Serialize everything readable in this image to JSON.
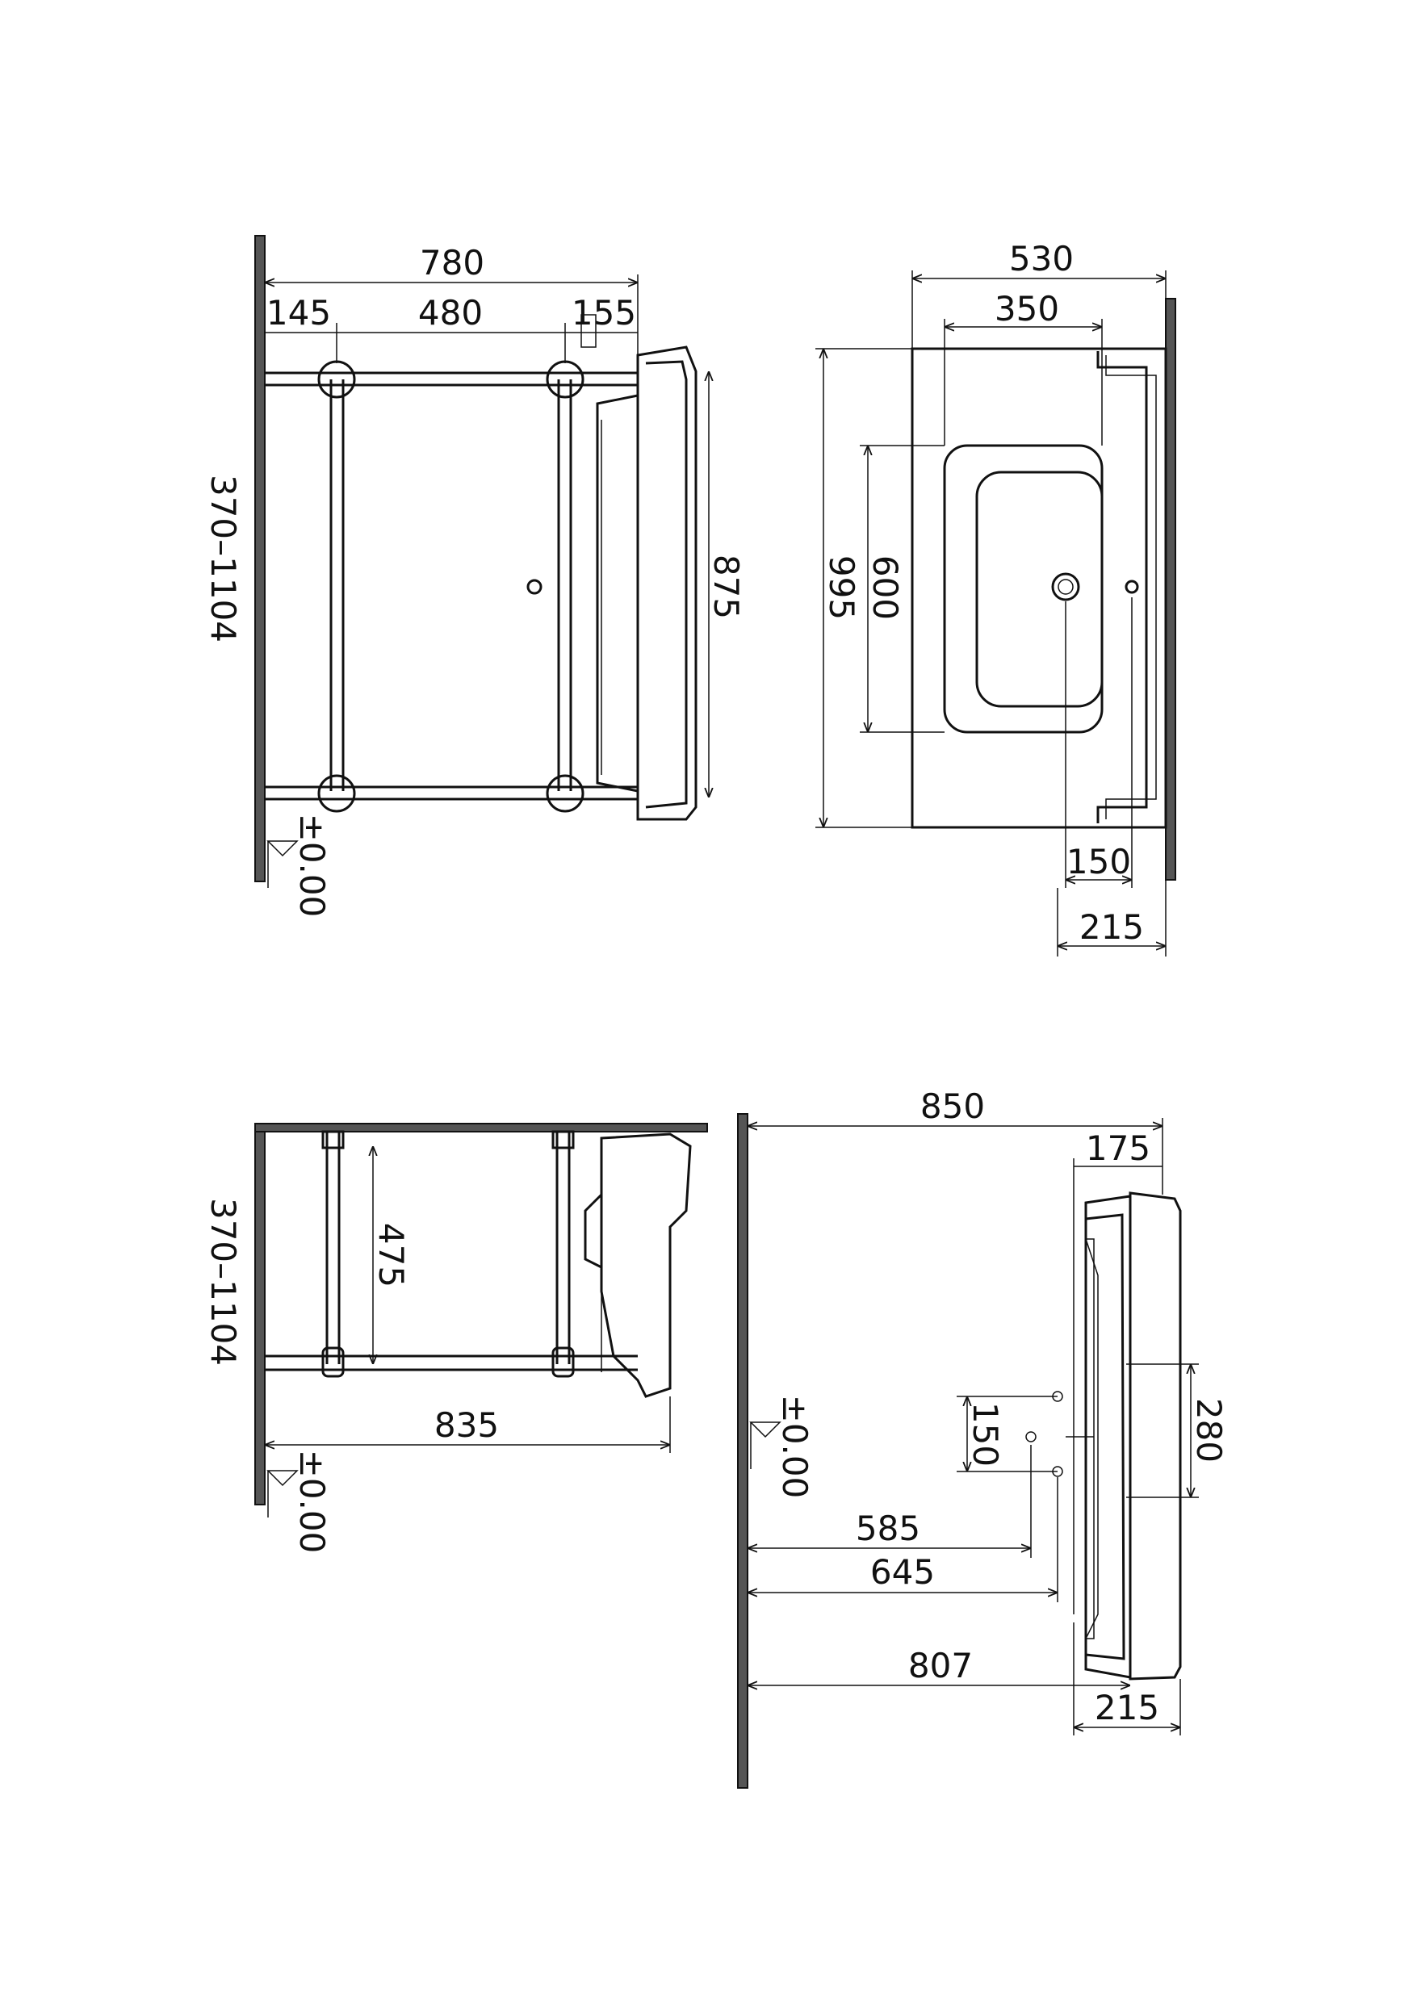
{
  "views": {
    "front": {
      "overall_width": "780",
      "left_offset": "145",
      "rail_spacing": "480",
      "right_offset": "155",
      "basin_height": "875",
      "height_range": "370–1104",
      "floor_level": "±0.00"
    },
    "top": {
      "overall_width": "530",
      "inner_width": "350",
      "overall_depth": "995",
      "bowl_depth": "600",
      "tap_offset": "150",
      "wall_offset": "215"
    },
    "side": {
      "rail_height": "475",
      "height_range": "370–1104",
      "overall_depth": "835",
      "floor_level": "±0.00"
    },
    "elevation": {
      "overall_height": "850",
      "basin_top": "175",
      "tap_spacing": "150",
      "bowl_span": "280",
      "tap_low": "585",
      "tap_high": "645",
      "basin_bottom": "807",
      "basin_depth": "215",
      "floor_level": "±0.00"
    }
  }
}
